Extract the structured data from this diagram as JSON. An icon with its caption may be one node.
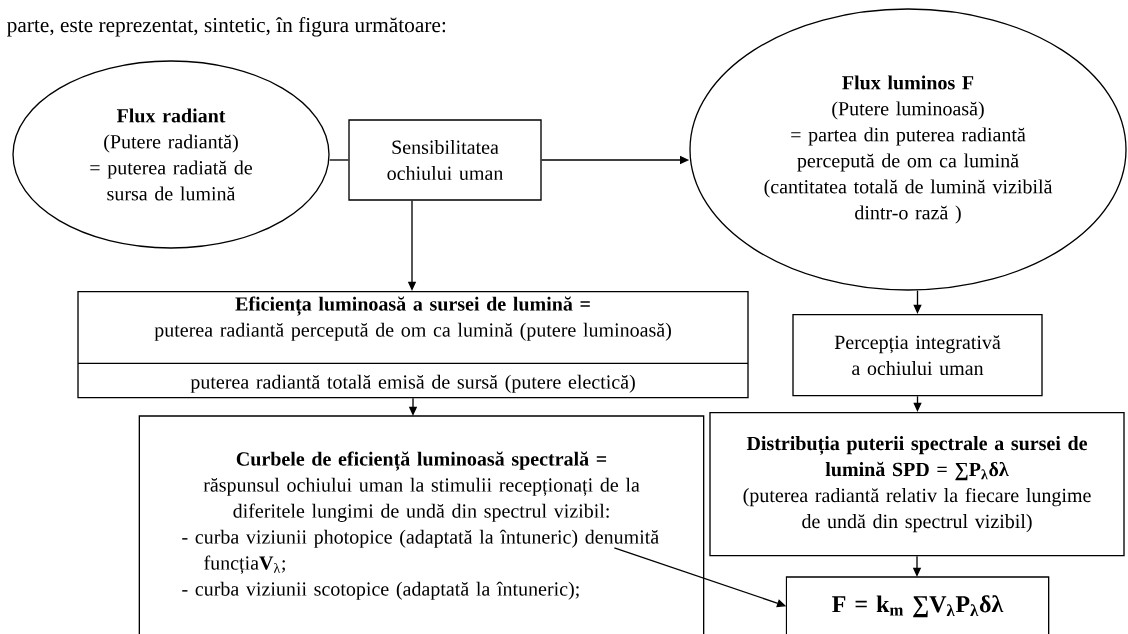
{
  "diagram": {
    "nodes": [
      {
        "text": [
          "Flux radiant",
          "(Putere radiantă)",
          "= puterea radiată de sursa de lumină"
        ]
      },
      {
        "text": [
          "Sensibilitatea ochiului uman"
        ]
      },
      {
        "text": [
          "Flux luminos F",
          "(Putere luminoasă)",
          "= partea din puterea radiantă percepută de om ca lumină (cantitatea totală de lumină vizibilă dintr-o rază )"
        ]
      },
      {
        "text": [
          "Eficiența luminoasă a sursei de lumină =",
          "puterea radiantă percepută de om ca lumină (putere luminoasă)",
          "puterea radiantă totală emisă de sursă (putere electică)"
        ]
      },
      {
        "text": [
          "Percepția integrativă a ochiului uman"
        ]
      },
      {
        "text": [
          "Curbele de eficiență luminoasă spectrală =",
          "răspunsul ochiului uman la stimulii recepționați de la diferitele lungimi de undă din spectrul vizibil:",
          "- curba viziunii photopice (adaptată la întuneric) denumită funcția**V**$_{λ}$;",
          "- curba viziunii scotopice (adaptată la întuneric);"
        ]
      },
      {
        "text": [
          "Distribuția puterii spectrale a sursei de lumină SPD = ∑P$_{λ}$δλ",
          "(puterea radiantă relativ la fiecare lungime de undă din spectrul vizibil)"
        ]
      },
      {
        "text": [
          "F = k$_{m}$ ∑V$_{λ}$P$_{λ}$δλ"
        ]
      }
    ],
    "edges": [
      {
        "from": 0,
        "to": 1,
        "arrow": "none"
      },
      {
        "from": 1,
        "to": 2,
        "arrow": "to"
      },
      {
        "from": 1,
        "to": 3,
        "arrow": "to"
      },
      {
        "from": 2,
        "to": 4,
        "arrow": "to"
      },
      {
        "from": 3,
        "to": 5,
        "arrow": "to"
      },
      {
        "from": 4,
        "to": 6,
        "arrow": "to"
      },
      {
        "from": 6,
        "to": 7,
        "arrow": "to"
      },
      {
        "from": 5,
        "to": 7,
        "arrow": "to"
      }
    ],
    "labels": [
      "parte, este reprezentat, sintetic, în figura următoare:"
    ]
  }
}
